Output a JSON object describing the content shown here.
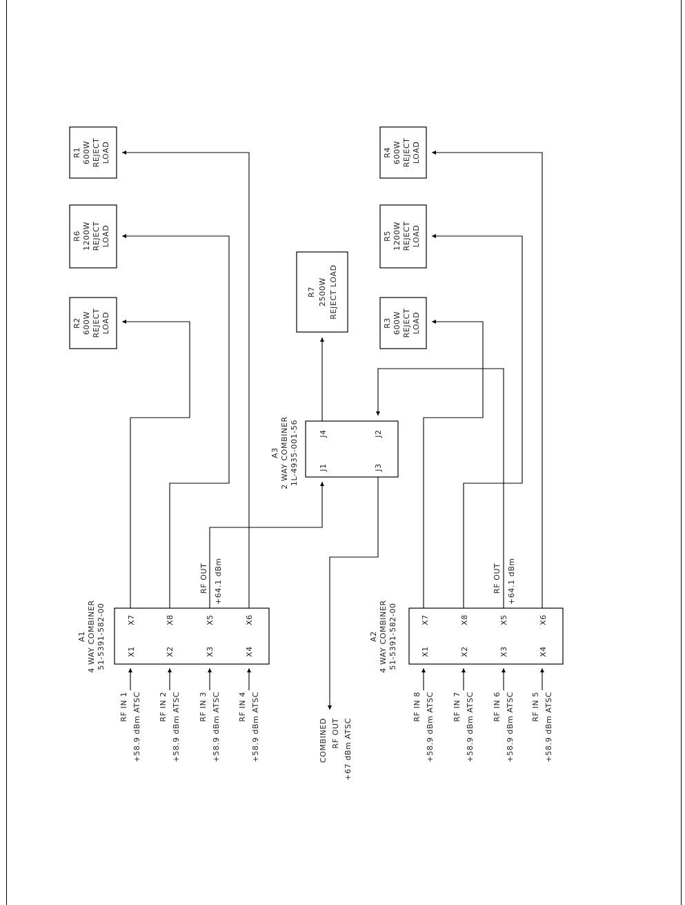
{
  "loads": {
    "r1": {
      "ref": "R1",
      "power": "600W",
      "l1": "REJECT",
      "l2": "LOAD"
    },
    "r6": {
      "ref": "R6",
      "power": "1200W",
      "l1": "REJECT",
      "l2": "LOAD"
    },
    "r2": {
      "ref": "R2",
      "power": "600W",
      "l1": "REJECT",
      "l2": "LOAD"
    },
    "r4": {
      "ref": "R4",
      "power": "600W",
      "l1": "REJECT",
      "l2": "LOAD"
    },
    "r5": {
      "ref": "R5",
      "power": "1200W",
      "l1": "REJECT",
      "l2": "LOAD"
    },
    "r3": {
      "ref": "R3",
      "power": "600W",
      "l1": "REJECT",
      "l2": "LOAD"
    },
    "r7": {
      "ref": "R7",
      "power": "2500W",
      "l1": "REJECT LOAD"
    }
  },
  "combiners": {
    "a1": {
      "ref": "A1",
      "type": "4 WAY COMBINER",
      "part": "51-5391-582-00",
      "ports_in": [
        "X1",
        "X2",
        "X3",
        "X4"
      ],
      "ports_out": [
        "X7",
        "X8",
        "X5",
        "X6"
      ]
    },
    "a2": {
      "ref": "A2",
      "type": "4 WAY COMBINER",
      "part": "51-5391-582-00",
      "ports_in": [
        "X1",
        "X2",
        "X3",
        "X4"
      ],
      "ports_out": [
        "X7",
        "X8",
        "X5",
        "X6"
      ]
    },
    "a3": {
      "ref": "A3",
      "type": "2 WAY COMBINER",
      "part": "1L-4935-001-56",
      "ports": [
        "J1",
        "J4",
        "J3",
        "J2"
      ]
    }
  },
  "outputs": {
    "a1_rf_out": {
      "l1": "RF OUT",
      "l2": "+64.1 dBm"
    },
    "a2_rf_out": {
      "l1": "RF OUT",
      "l2": "+64.1 dBm"
    },
    "combined": {
      "l1": "COMBINED",
      "l2": "RF OUT",
      "l3": "+67 dBm ATSC"
    }
  },
  "inputs": {
    "a1": [
      {
        "name": "RF IN 1",
        "level": "+58.9 dBm ATSC"
      },
      {
        "name": "RF IN 2",
        "level": "+58.9 dBm ATSC"
      },
      {
        "name": "RF IN 3",
        "level": "+58.9 dBm ATSC"
      },
      {
        "name": "RF IN 4",
        "level": "+58.9 dBm ATSC"
      }
    ],
    "a2": [
      {
        "name": "RF IN 8",
        "level": "+58.9 dBm ATSC"
      },
      {
        "name": "RF IN 7",
        "level": "+58.9 dBm ATSC"
      },
      {
        "name": "RF IN 6",
        "level": "+58.9 dBm ATSC"
      },
      {
        "name": "RF IN 5",
        "level": "+58.9 dBm ATSC"
      }
    ]
  }
}
